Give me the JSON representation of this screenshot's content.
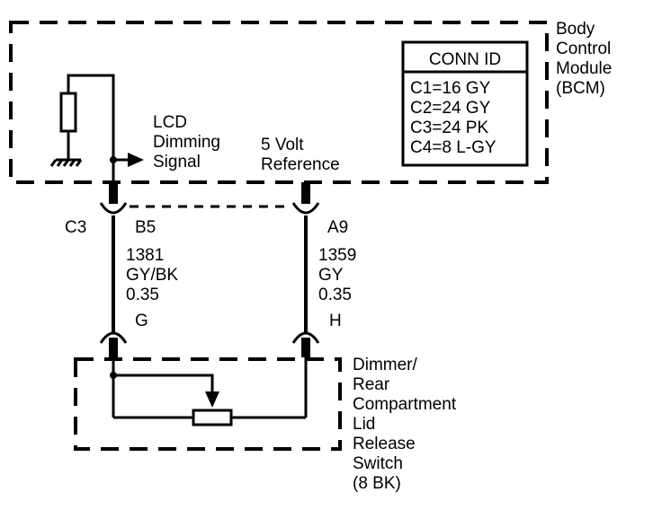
{
  "module": {
    "name_lines": [
      "Body",
      "Control",
      "Module",
      "(BCM)"
    ],
    "conn_id": {
      "title": "CONN ID",
      "rows": [
        "C1=16 GY",
        "C2=24 GY",
        "C3=24 PK",
        "C4=8 L-GY"
      ]
    },
    "signals": {
      "lcd_lines": [
        "LCD",
        "Dimming",
        "Signal"
      ],
      "ref_lines": [
        "5 Volt",
        "Reference"
      ]
    }
  },
  "connectors": {
    "c3": "C3",
    "b5": "B5",
    "a9": "A9",
    "g": "G",
    "h": "H"
  },
  "wires": {
    "left": [
      "1381",
      "GY/BK",
      "0.35"
    ],
    "right": [
      "1359",
      "GY",
      "0.35"
    ]
  },
  "switch": {
    "name_lines": [
      "Dimmer/",
      "Rear",
      "Compartment",
      "Lid",
      "Release",
      "Switch",
      "(8 BK)"
    ]
  }
}
